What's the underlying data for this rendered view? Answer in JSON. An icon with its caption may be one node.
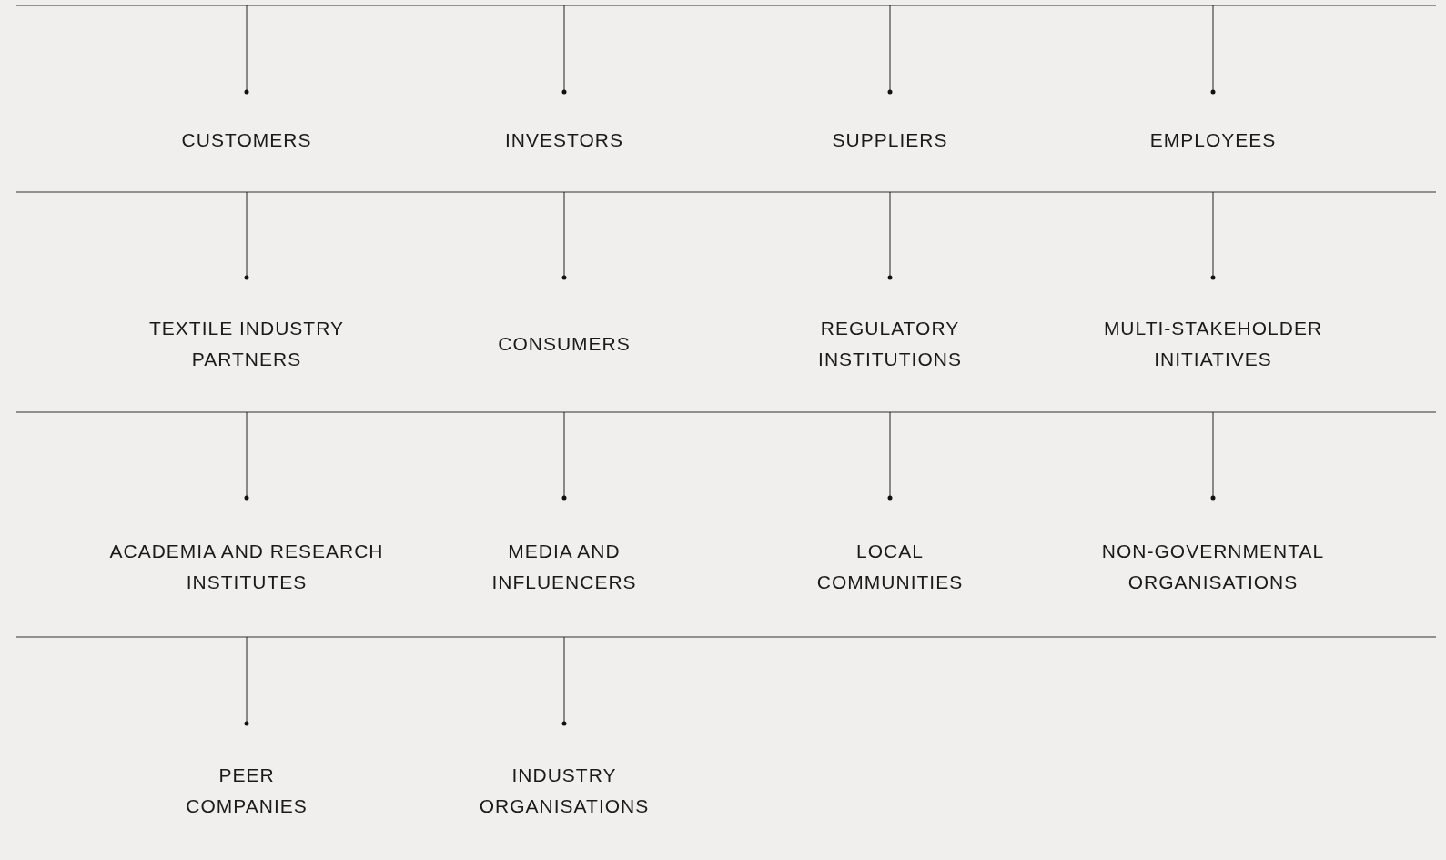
{
  "diagram": {
    "labels": [
      "CUSTOMERS",
      "INVESTORS",
      "SUPPLIERS",
      "EMPLOYEES",
      "TEXTILE INDUSTRY PARTNERS",
      "CONSUMERS",
      "REGULATORY INSTITUTIONS",
      "MULTI-STAKEHOLDER INITIATIVES",
      "ACADEMIA AND RESEARCH INSTITUTES",
      "MEDIA AND INFLUENCERS",
      "LOCAL COMMUNITIES",
      "NON-GOVERNMENTAL ORGANISATIONS",
      "PEER COMPANIES",
      "INDUSTRY ORGANISATIONS"
    ]
  }
}
